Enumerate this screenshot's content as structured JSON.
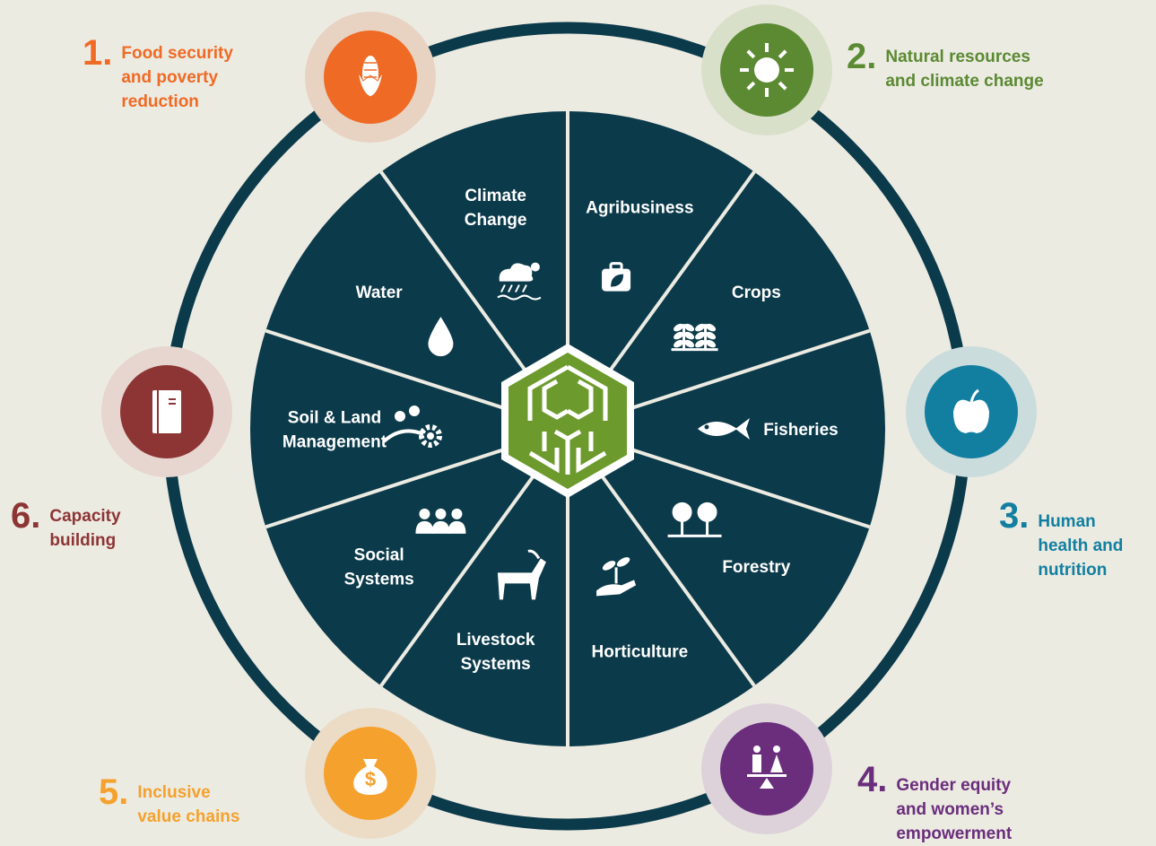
{
  "sectors": [
    {
      "lines": [
        "Agribusiness"
      ],
      "icon": "briefcase-leaf-icon"
    },
    {
      "lines": [
        "Crops"
      ],
      "icon": "crop-plants-icon"
    },
    {
      "lines": [
        "Fisheries"
      ],
      "icon": "fish-icon"
    },
    {
      "lines": [
        "Forestry"
      ],
      "icon": "trees-icon"
    },
    {
      "lines": [
        "Horticulture"
      ],
      "icon": "hand-seedling-icon"
    },
    {
      "lines": [
        "Livestock",
        "Systems"
      ],
      "icon": "goat-icon"
    },
    {
      "lines": [
        "Social",
        "Systems"
      ],
      "icon": "people-group-icon"
    },
    {
      "lines": [
        "Soil & Land",
        "Management"
      ],
      "icon": "soil-gear-icon"
    },
    {
      "lines": [
        "Water"
      ],
      "icon": "water-drop-icon"
    },
    {
      "lines": [
        "Climate",
        "Change"
      ],
      "icon": "weather-icon"
    }
  ],
  "themes": [
    {
      "number": "1.",
      "lines": [
        "Food security",
        "and poverty",
        "reduction"
      ],
      "color": "#ef6a24",
      "icon": "corn-icon"
    },
    {
      "number": "2.",
      "lines": [
        "Natural resources",
        "and climate change"
      ],
      "color": "#5b8a33",
      "icon": "sun-icon"
    },
    {
      "number": "3.",
      "lines": [
        "Human",
        "health and",
        "nutrition"
      ],
      "color": "#127fa0",
      "icon": "apple-icon"
    },
    {
      "number": "4.",
      "lines": [
        "Gender equity",
        "and women’s",
        "empowerment"
      ],
      "color": "#6a2e7c",
      "icon": "gender-balance-icon"
    },
    {
      "number": "5.",
      "lines": [
        "Inclusive",
        "value chains"
      ],
      "color": "#f5a12d",
      "icon": "money-bag-icon"
    },
    {
      "number": "6.",
      "lines": [
        "Capacity",
        "building"
      ],
      "color": "#8d3535",
      "icon": "book-icon"
    }
  ],
  "colors": {
    "background": "#ecebe2",
    "wheel": "#0b3a4a",
    "ring": "#0b3a4a",
    "logo": "#6c9a2c"
  },
  "center_logo": "hexagon-knot-logo"
}
